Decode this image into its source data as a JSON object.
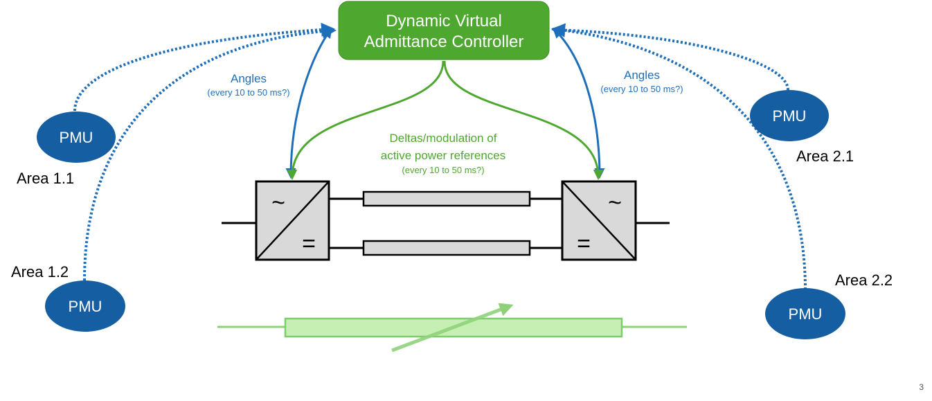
{
  "controller": {
    "line1": "Dynamic Virtual",
    "line2": "Admittance Controller"
  },
  "angles_left": {
    "title": "Angles",
    "sub": "(every 10 to 50 ms?)"
  },
  "angles_right": {
    "title": "Angles",
    "sub": "(every 10 to 50 ms?)"
  },
  "deltas": {
    "line1": "Deltas/modulation of",
    "line2": "active power references",
    "sub": "(every 10 to 50 ms?)"
  },
  "pmus": [
    {
      "label": "PMU",
      "area": "Area 1.1"
    },
    {
      "label": "PMU",
      "area": "Area 1.2"
    },
    {
      "label": "PMU",
      "area": "Area 2.1"
    },
    {
      "label": "PMU",
      "area": "Area 2.2"
    }
  ],
  "converter_symbols": {
    "ac": "~",
    "dc": "="
  },
  "page_number": "3",
  "colors": {
    "controller_fill": "#4ea72e",
    "pmu_fill": "#155ea1",
    "angle_blue": "#1e6fba",
    "delta_green": "#4ea72e",
    "converter_fill": "#d9d9d9",
    "light_green_fill": "#c6efb4",
    "light_green_stroke": "#7ccd6a"
  }
}
